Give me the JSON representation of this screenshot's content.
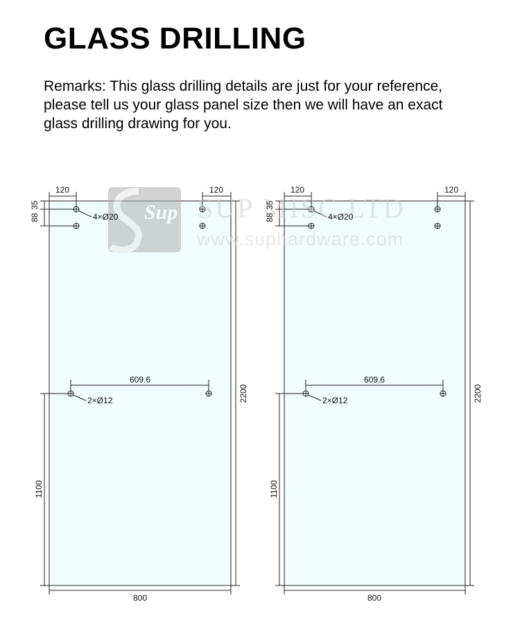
{
  "header": {
    "title": "GLASS DRILLING",
    "remarks_lines": [
      "Remarks: This glass drilling details are just for your reference,",
      "please tell us your glass panel size then we will have an exact",
      "glass drilling drawing for you."
    ]
  },
  "watermark": {
    "logo_text": "Sup",
    "company": "SUP MISC LTD",
    "website": "www.suphardware.com"
  },
  "drawings": [
    {
      "top_left_offset": "120",
      "top_right_offset": "120",
      "top_edge_distance": "35",
      "hole_spacing_vertical": "88",
      "top_holes_label": "4×Ø20",
      "middle_span": "609.6",
      "middle_holes_label": "2×Ø12",
      "middle_height": "1100",
      "panel_height": "2200",
      "panel_width": "800"
    },
    {
      "top_left_offset": "120",
      "top_right_offset": "120",
      "top_edge_distance": "35",
      "hole_spacing_vertical": "88",
      "top_holes_label": "4×Ø20",
      "middle_span": "609.6",
      "middle_holes_label": "2×Ø12",
      "middle_height": "1100",
      "panel_height": "2200",
      "panel_width": "800"
    }
  ],
  "colors": {
    "glass_fill": "#f0fcfd",
    "line": "#222222",
    "watermark": "#a8a8a8"
  }
}
